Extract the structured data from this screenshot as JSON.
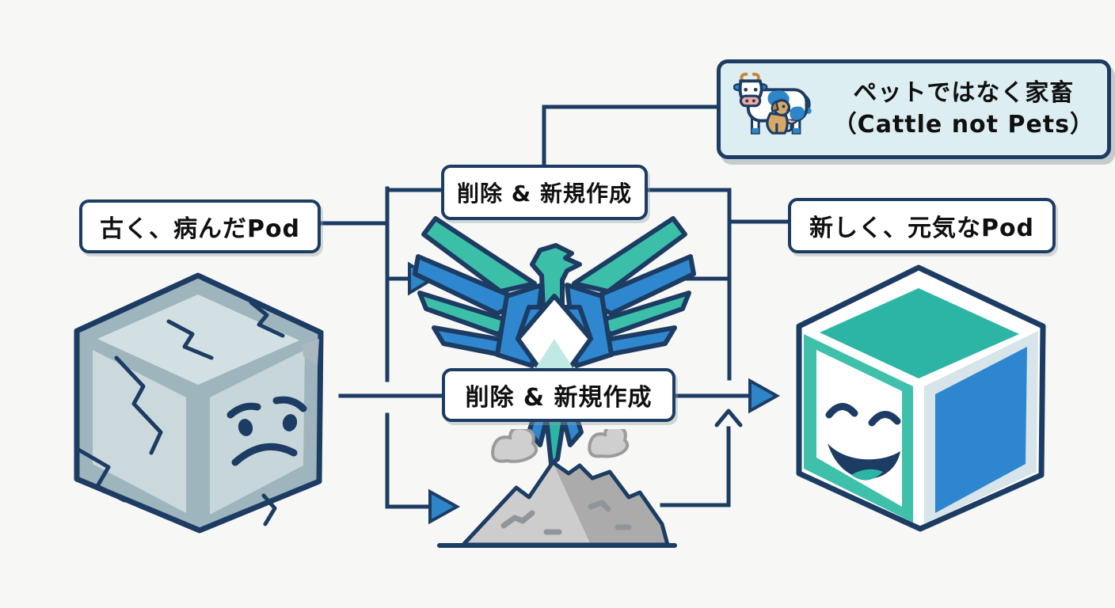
{
  "diagram": {
    "background": "#f7f8f6",
    "line_color": "#1d3c63",
    "arrow_color": "#2e86c8",
    "accent_teal": "#2cb5a4",
    "accent_blue": "#2e86d1",
    "stone_gray": "#cbd9dd",
    "ash_gray": "#cdcdcd"
  },
  "labels": {
    "old_pod": "古く、病んだPod",
    "action_top": "削除 & 新規作成",
    "action_mid": "削除 & 新規作成",
    "new_pod": "新しく、元気なPod"
  },
  "callout": {
    "line1": "ペットではなく家畜",
    "line2": "（Cattle not Pets）",
    "background": "#ddeef3",
    "icons": [
      "cow-icon",
      "dog-icon"
    ]
  },
  "figures": {
    "old_pod_cube": "cracked-stone-cube-sad-face",
    "phoenix": "phoenix-rising",
    "ash_pile": "ash-pile-with-smoke",
    "new_pod_cube": "fresh-cube-happy-face"
  }
}
